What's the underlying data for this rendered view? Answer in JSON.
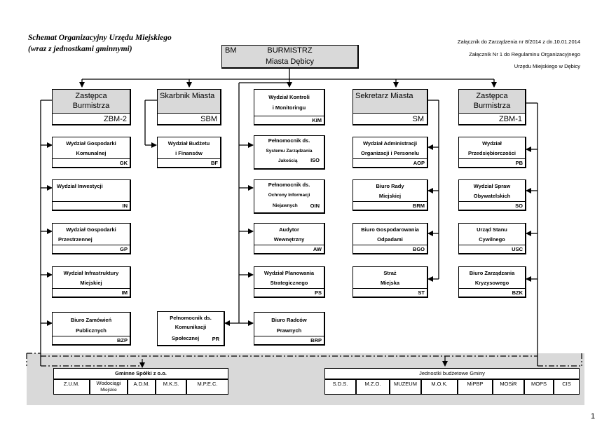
{
  "header": {
    "title_line1": "Schemat Organizacyjny Urzędu Miejskiego",
    "title_line2": "(wraz z jednostkami gminnymi)",
    "attachment_line1": "Załącznik do Zarządzenia nr 8/2014 z dn.10.01.2014",
    "attachment_line2": "Załącznik Nr 1 do Regulaminu Organizacyjnego",
    "attachment_line3": "Urzędu Miejskiego w Dębicy"
  },
  "top": {
    "code": "BM",
    "title": "BURMISTRZ",
    "subtitle": "Miasta Dębicy"
  },
  "heads": {
    "zbm2": {
      "line1": "Zastępca",
      "line2": "Burmistrza",
      "code": "ZBM-2"
    },
    "sbm": {
      "line1": "Skarbnik Miasta",
      "code": "SBM"
    },
    "kim": {
      "line1": "Wydział Kontroli",
      "line2": "i Monitoringu",
      "code": "KiM"
    },
    "sm": {
      "line1": "Sekretarz Miasta",
      "code": "SM"
    },
    "zbm1": {
      "line1": "Zastępca",
      "line2": "Burmistrza",
      "code": "ZBM-1"
    }
  },
  "col1": [
    {
      "line1": "Wydział Gospodarki",
      "line2": "Komunalnej",
      "code": "GK"
    },
    {
      "line1": "Wydział Inwestycji",
      "line2": "",
      "code": "IN"
    },
    {
      "line1": "Wydział Gospodarki",
      "line2": "Przestrzennej",
      "code": "GP"
    },
    {
      "line1": "Wydział Infrastruktury",
      "line2": "Miejskiej",
      "code": "IM"
    },
    {
      "line1": "Biuro Zamówień",
      "line2": "Publicznych",
      "code": "BZP"
    }
  ],
  "col2": [
    {
      "line1": "Wydział Budżetu",
      "line2": "i Finansów",
      "code": "BF"
    },
    {
      "line1": "Pełnomocnik ds.",
      "line2": "Komunikacji",
      "line3": "Społecznej",
      "code": "PR"
    }
  ],
  "col3": [
    {
      "line1": "Pełnomocnik ds.",
      "line2": "Systemu Zarządzania",
      "line3": "Jakością",
      "code": "ISO"
    },
    {
      "line1": "Pełnomocnik ds.",
      "line2": "Ochrony Informacji",
      "line3": "Niejawnych",
      "code": "OIN"
    },
    {
      "line1": "Audytor",
      "line2": "Wewnętrzny",
      "code": "AW"
    },
    {
      "line1": "Wydział Planowania",
      "line2": "Strategicznego",
      "code": "PS"
    },
    {
      "line1": "Biuro Radców",
      "line2": "Prawnych",
      "code": "BRP"
    }
  ],
  "col4": [
    {
      "line1": "Wydział Administracji",
      "line2": "Organizacji i Personelu",
      "code": "AOP"
    },
    {
      "line1": "Biuro Rady",
      "line2": "Miejskiej",
      "code": "BRM"
    },
    {
      "line1": "Biuro Gospodarowania",
      "line2": "Odpadami",
      "code": "BGO"
    },
    {
      "line1": "Straż",
      "line2": "Miejska",
      "code": "ST"
    }
  ],
  "col5": [
    {
      "line1": "Wydział",
      "line2": "Przedsiębiorczości",
      "code": "PB"
    },
    {
      "line1": "Wydział Spraw",
      "line2": "Obywatelskich",
      "code": "SO"
    },
    {
      "line1": "Urząd Stanu",
      "line2": "Cywilnego",
      "code": "USC"
    },
    {
      "line1": "Biuro Zarządzania",
      "line2": "Kryzysowego",
      "code": "BZK"
    }
  ],
  "companies": {
    "title": "Gminne Spółki z o.o.",
    "items": [
      "Z.U.M.",
      "Wodociągi",
      "A.D.M.",
      "M.K.S.",
      "M.P.E.C."
    ],
    "wodociagi_sub": "Miejskie"
  },
  "budget_units": {
    "title": "Jednostki budżetowe Gminy",
    "items": [
      "S.D.S.",
      "M.Z.O.",
      "MUZEUM",
      "M.O.K.",
      "MiPBP",
      "MOSiR",
      "MOPS",
      "CIS"
    ]
  },
  "page_number": "1"
}
